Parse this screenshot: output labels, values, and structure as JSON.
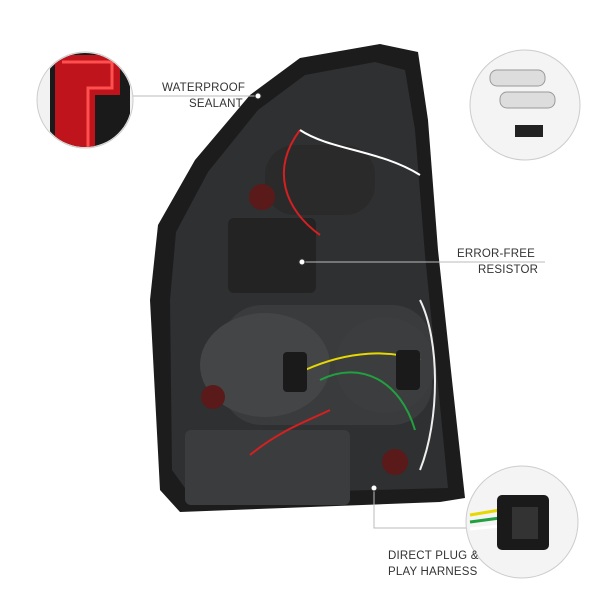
{
  "callouts": {
    "sealant": {
      "line1": "WATERPROOF",
      "line2": "SEALANT"
    },
    "resistor": {
      "line1": "ERROR-FREE",
      "line2": "RESISTOR"
    },
    "harness": {
      "line1": "DIRECT PLUG &",
      "line2": "PLAY HARNESS"
    }
  },
  "colors": {
    "housing": "#2a2a2b",
    "lens_red": "#c0141c",
    "callout_line": "#bbbbbb"
  }
}
